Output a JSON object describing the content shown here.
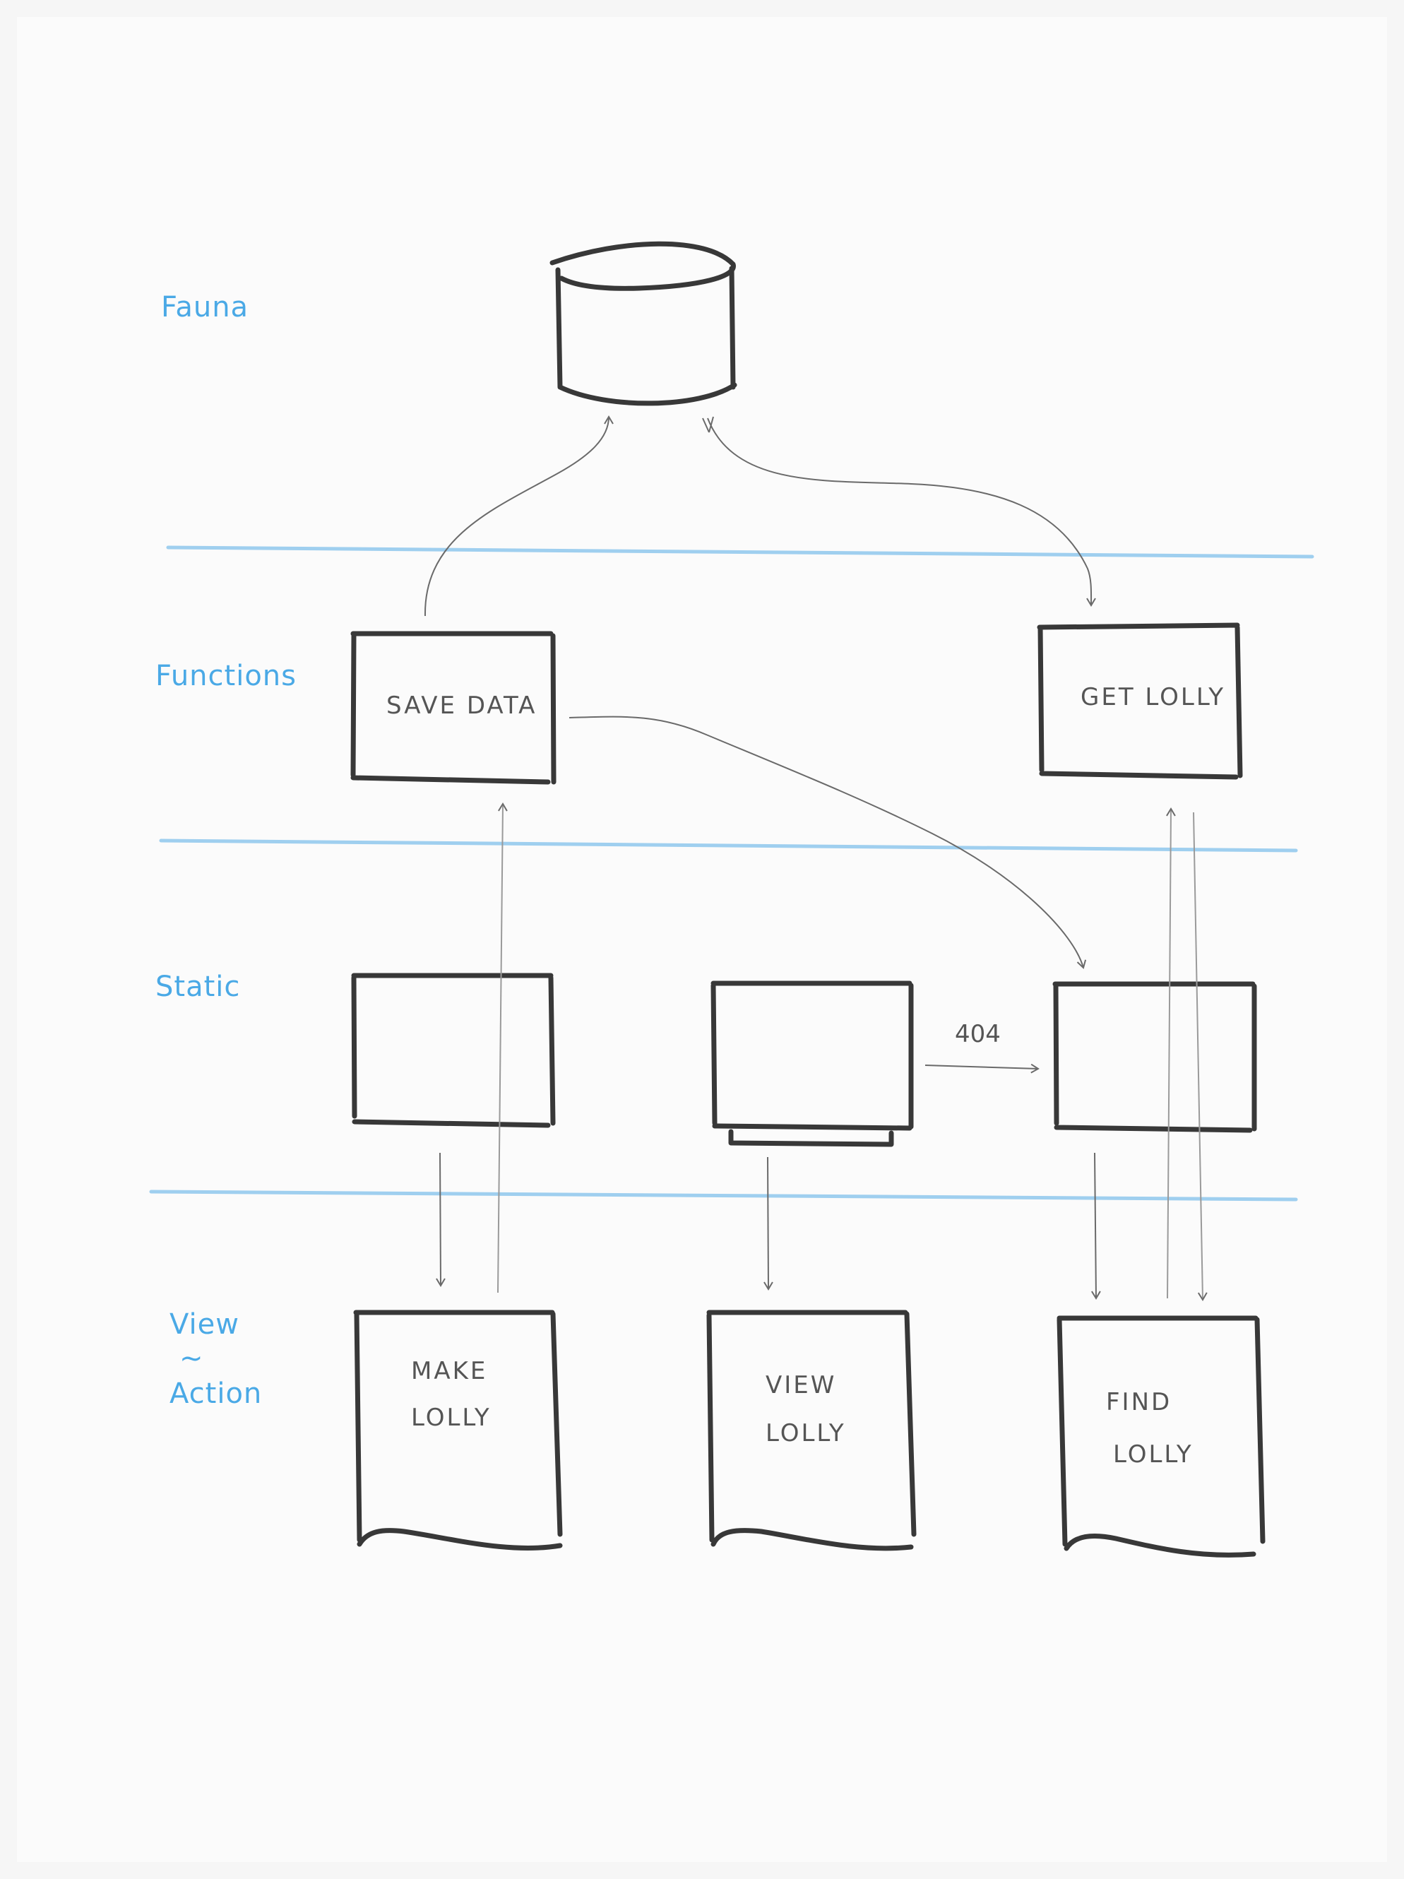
{
  "lanes": {
    "fauna": "Fauna",
    "functions": "Functions",
    "static": "Static",
    "view": "View",
    "view_sep": "~",
    "action": "Action"
  },
  "boxes": {
    "save_data": "SAVE DATA",
    "get_lolly": "GET LOLLY"
  },
  "views": {
    "make_lolly": [
      "MAKE",
      "LOLLY"
    ],
    "view_lolly": [
      "VIEW",
      "LOLLY"
    ],
    "find_lolly": [
      "FIND",
      "LOLLY"
    ]
  },
  "edges": {
    "not_found": "404"
  },
  "colors": {
    "lane_text": "#4aa9e6",
    "lane_line": "#9fcfef",
    "ink": "#383838"
  }
}
